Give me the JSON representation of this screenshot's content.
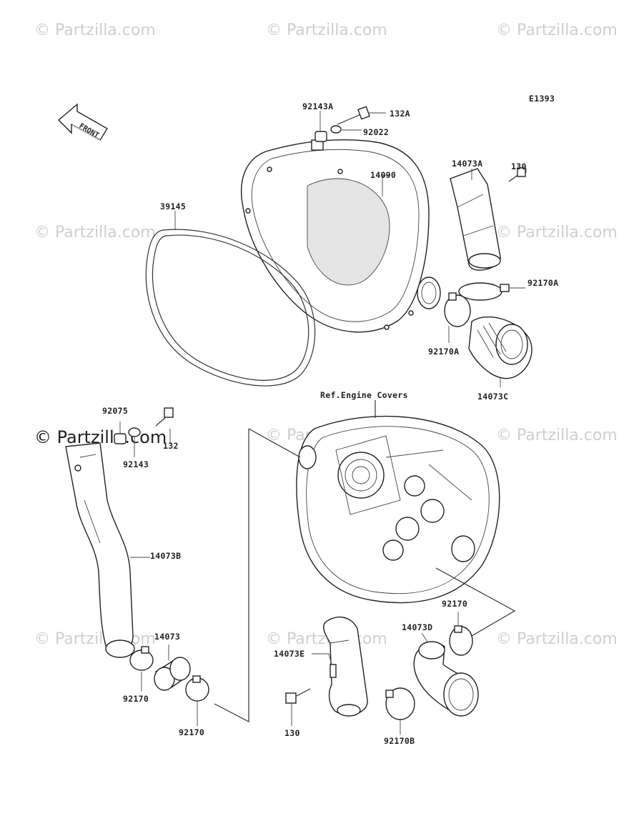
{
  "diagram": {
    "code": "E1393",
    "front_label": "FRONT",
    "ref_note": "Ref.Engine Covers",
    "watermark": "© Partzilla.com",
    "watermark_strong": "© Partzilla.com",
    "labels": {
      "p92143A": "92143A",
      "p132A": "132A",
      "p92022": "92022",
      "p14090": "14090",
      "p14073A": "14073A",
      "p130top": "130",
      "p39145": "39145",
      "p92170Ar": "92170A",
      "p92170Al": "92170A",
      "p14073C": "14073C",
      "p92075": "92075",
      "p132": "132",
      "p92143": "92143",
      "p14073B": "14073B",
      "p14073": "14073",
      "p92170a": "92170",
      "p92170b": "92170",
      "p92170c": "92170",
      "p14073D": "14073D",
      "p14073E": "14073E",
      "p130bot": "130",
      "p92170B": "92170B"
    }
  }
}
